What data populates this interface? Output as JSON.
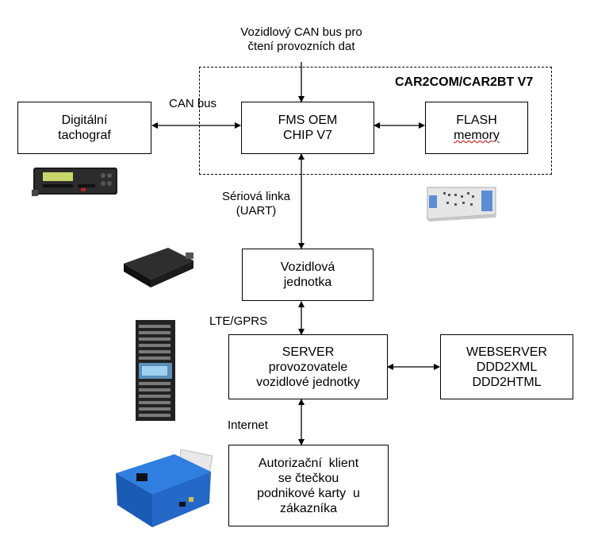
{
  "top_note": {
    "line1": "Vozidlový CAN bus pro",
    "line2": "čtení provozních dat"
  },
  "module_title": "CAR2COM/CAR2BT V7",
  "boxes": {
    "tachograph": {
      "line1": "Digitální",
      "line2": "tachograf"
    },
    "fms_chip": {
      "line1": "FMS OEM",
      "line2": "CHIP V7"
    },
    "flash": {
      "line1": "FLASH",
      "line2": "memory"
    },
    "vehicle_unit": {
      "line1": "Vozidlová",
      "line2": "jednotka"
    },
    "server": {
      "line1": "SERVER",
      "line2": "provozovatele",
      "line3": "vozidlové jednotky"
    },
    "webserver": {
      "line1": "WEBSERVER",
      "line2": "DDD2XML",
      "line3": "DDD2HTML"
    },
    "auth_client": {
      "line1": "Autorizační  klient",
      "line2": "se čtečkou",
      "line3": "podnikové karty  u",
      "line4": "zákazníka"
    }
  },
  "links": {
    "can_bus": "CAN bus",
    "serial": {
      "line1": "Sériová linka",
      "line2": "(UART)"
    },
    "lte": "LTE/GPRS",
    "internet": "Internet"
  },
  "colors": {
    "line": "#000000",
    "reader_blue": "#1f6fd1",
    "server_dark": "#2a2a2a"
  }
}
